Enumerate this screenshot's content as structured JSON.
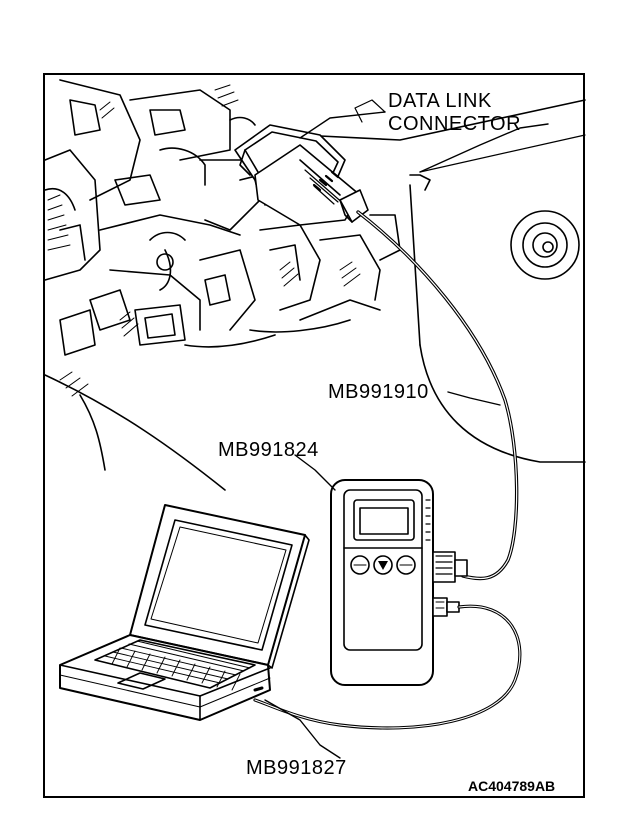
{
  "labels": {
    "data_link_connector_line1": "DATA LINK",
    "data_link_connector_line2": "CONNECTOR",
    "cable_main": "MB991910",
    "scan_tool": "MB991824",
    "cable_usb": "MB991827"
  },
  "figure_code": "AC404789AB",
  "scan_tool_buttons": [
    "esc-button",
    "down-arrow-button",
    "menu-button"
  ]
}
